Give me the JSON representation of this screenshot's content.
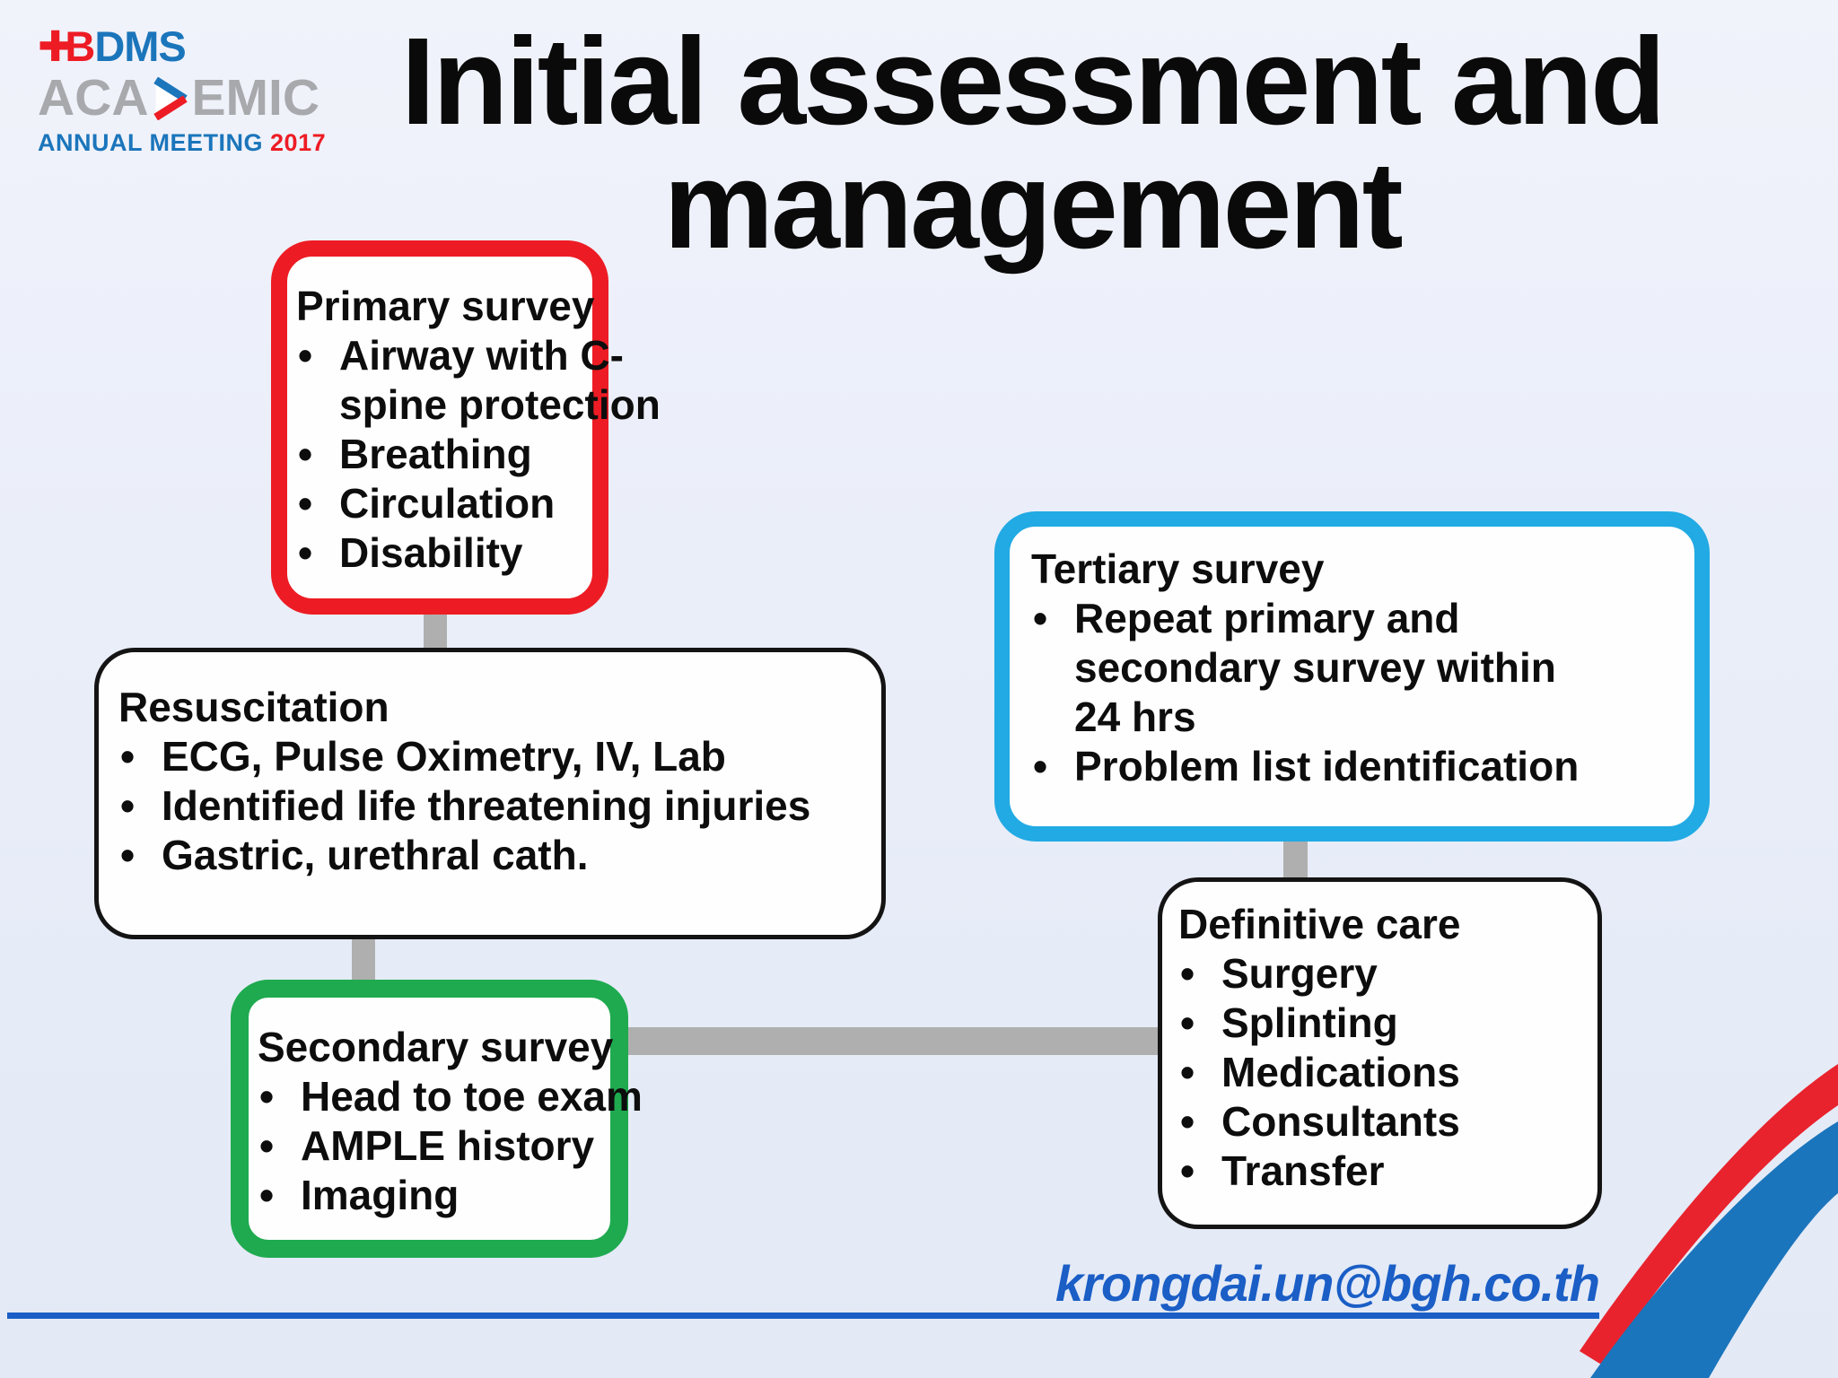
{
  "logo": {
    "cross_glyph": "✚",
    "bdms_b": "B",
    "bdms_rest": "DMS",
    "academic_pre": "ACA",
    "academic_post": "EMIC",
    "meeting": "ANNUAL MEETING",
    "year": "2017"
  },
  "title": {
    "line1": "Initial assessment and",
    "line2": "management"
  },
  "boxes": {
    "primary": {
      "title": "Primary survey",
      "border_color": "#ed1c24",
      "items": [
        "Airway with C-\nspine protection",
        "Breathing",
        "Circulation",
        "Disability"
      ]
    },
    "resuscitation": {
      "title": "Resuscitation",
      "border_color": "#141414",
      "items": [
        "ECG, Pulse Oximetry, IV, Lab",
        "Identified life threatening injuries",
        "Gastric, urethral cath."
      ]
    },
    "secondary": {
      "title": "Secondary survey",
      "border_color": "#1faa4f",
      "items": [
        "Head to toe exam",
        "AMPLE history",
        "Imaging"
      ]
    },
    "tertiary": {
      "title": "Tertiary survey",
      "border_color": "#21aae3",
      "items": [
        "Repeat primary and\nsecondary survey within\n24 hrs",
        "Problem list identification"
      ]
    },
    "definitive": {
      "title": "Definitive care",
      "border_color": "#141414",
      "items": [
        "Surgery",
        "Splinting",
        "Medications",
        "Consultants",
        "Transfer"
      ]
    }
  },
  "footer": {
    "email": "krongdai.un@bgh.co.th",
    "line_color": "#1a5ec6"
  },
  "colors": {
    "connector_gray": "#afafaf",
    "swoosh_red": "#e8232e",
    "swoosh_blue": "#1b75bc",
    "logo_red": "#ed1c24",
    "logo_blue": "#1b75bb",
    "logo_gray": "#a7a9ac",
    "background": "#eaeef9"
  }
}
